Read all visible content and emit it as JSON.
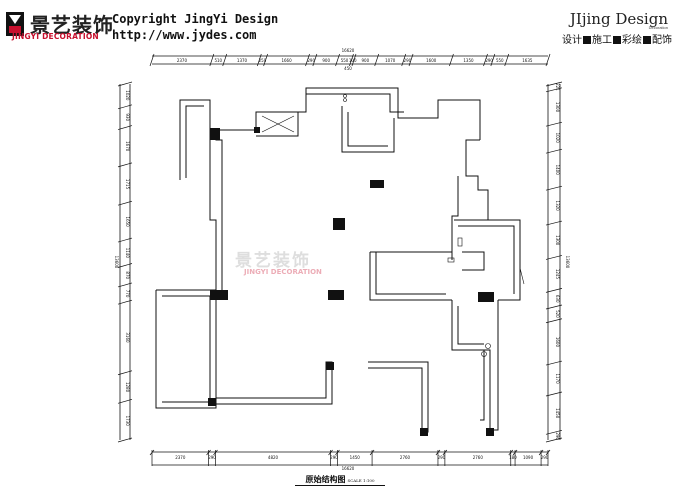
{
  "header": {
    "brand_cn": "景艺装饰",
    "brand_en": "JINGYI DECORATION",
    "copyright": "Copyright JingYi Design",
    "url": "http://www.jydes.com",
    "right_title": "JIjing Design",
    "right_sub": "Decoration",
    "slogan": [
      "设计",
      "施工",
      "彩绘",
      "配饰"
    ]
  },
  "watermark": {
    "cn": "景艺装饰",
    "en": "JINGYI DECORATION"
  },
  "caption": {
    "title": "原始结构图",
    "scale": "SCALE 1:100"
  },
  "colors": {
    "brand_red": "#c8102e",
    "line": "#111111"
  },
  "dimensions": {
    "top_total": "16620",
    "top_segments": [
      "2370",
      "510",
      "1370",
      "250",
      "1660",
      "290",
      "900",
      "550",
      "100",
      "900",
      "1070",
      "290",
      "1600",
      "1350",
      "290",
      "550",
      "1635"
    ],
    "top_mid": "450",
    "bottom_total": "16620",
    "bottom_segments": [
      "2370",
      "290",
      "4820",
      "290",
      "1450",
      "2760",
      "290",
      "2760",
      "180",
      "1090",
      "290"
    ],
    "left_total": "13600",
    "left_segments": [
      "1020",
      "930",
      "1670",
      "1715",
      "1650",
      "1140",
      "870",
      "770",
      "3160",
      "1280",
      "1730"
    ],
    "right_total": "13600",
    "right_segments": [
      "221",
      "1300",
      "1020",
      "1400",
      "1320",
      "1300",
      "1245",
      "630",
      "520",
      "1600",
      "1170",
      "1450",
      "290"
    ]
  }
}
